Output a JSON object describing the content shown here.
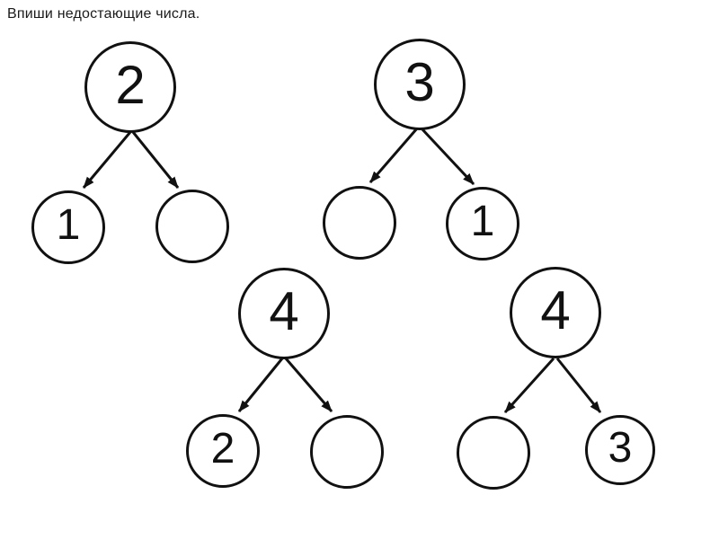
{
  "title": "Впиши недостающие числа.",
  "colors": {
    "ink": "#111111",
    "background": "#ffffff"
  },
  "diagrams": [
    {
      "label": "number-bond-of-2",
      "total": "2",
      "left": {
        "value": "1",
        "state": "given"
      },
      "right": {
        "value": "",
        "state": "missing"
      }
    },
    {
      "label": "number-bond-of-3",
      "total": "3",
      "left": {
        "value": "",
        "state": "missing"
      },
      "right": {
        "value": "1",
        "state": "given"
      }
    },
    {
      "label": "number-bond-of-4-a",
      "total": "4",
      "left": {
        "value": "2",
        "state": "given"
      },
      "right": {
        "value": "",
        "state": "missing"
      }
    },
    {
      "label": "number-bond-of-4-b",
      "total": "4",
      "left": {
        "value": "",
        "state": "missing"
      },
      "right": {
        "value": "3",
        "state": "given"
      }
    }
  ]
}
